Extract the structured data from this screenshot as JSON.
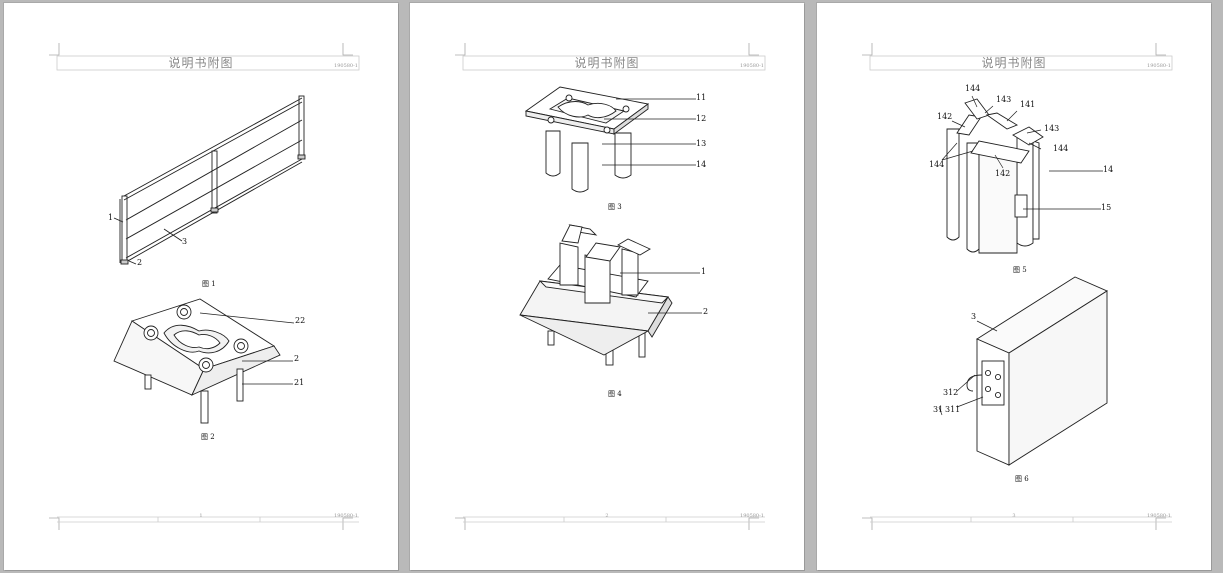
{
  "header": {
    "title": "说明书附图",
    "code": "190580-1"
  },
  "pages": [
    {
      "page_number": "1",
      "figures": [
        {
          "caption": "图 1",
          "labels": [
            "1",
            "2",
            "3"
          ]
        },
        {
          "caption": "图 2",
          "labels": [
            "22",
            "2",
            "21"
          ]
        }
      ]
    },
    {
      "page_number": "2",
      "figures": [
        {
          "caption": "图 3",
          "labels": [
            "11",
            "12",
            "13",
            "14"
          ]
        },
        {
          "caption": "图 4",
          "labels": [
            "1",
            "2"
          ]
        }
      ]
    },
    {
      "page_number": "3",
      "figures": [
        {
          "caption": "图 5",
          "labels": [
            "144",
            "143",
            "141",
            "142",
            "143",
            "144",
            "144",
            "142",
            "14",
            "15"
          ]
        },
        {
          "caption": "图 6",
          "labels": [
            "3",
            "312",
            "31",
            "311"
          ]
        }
      ]
    }
  ]
}
